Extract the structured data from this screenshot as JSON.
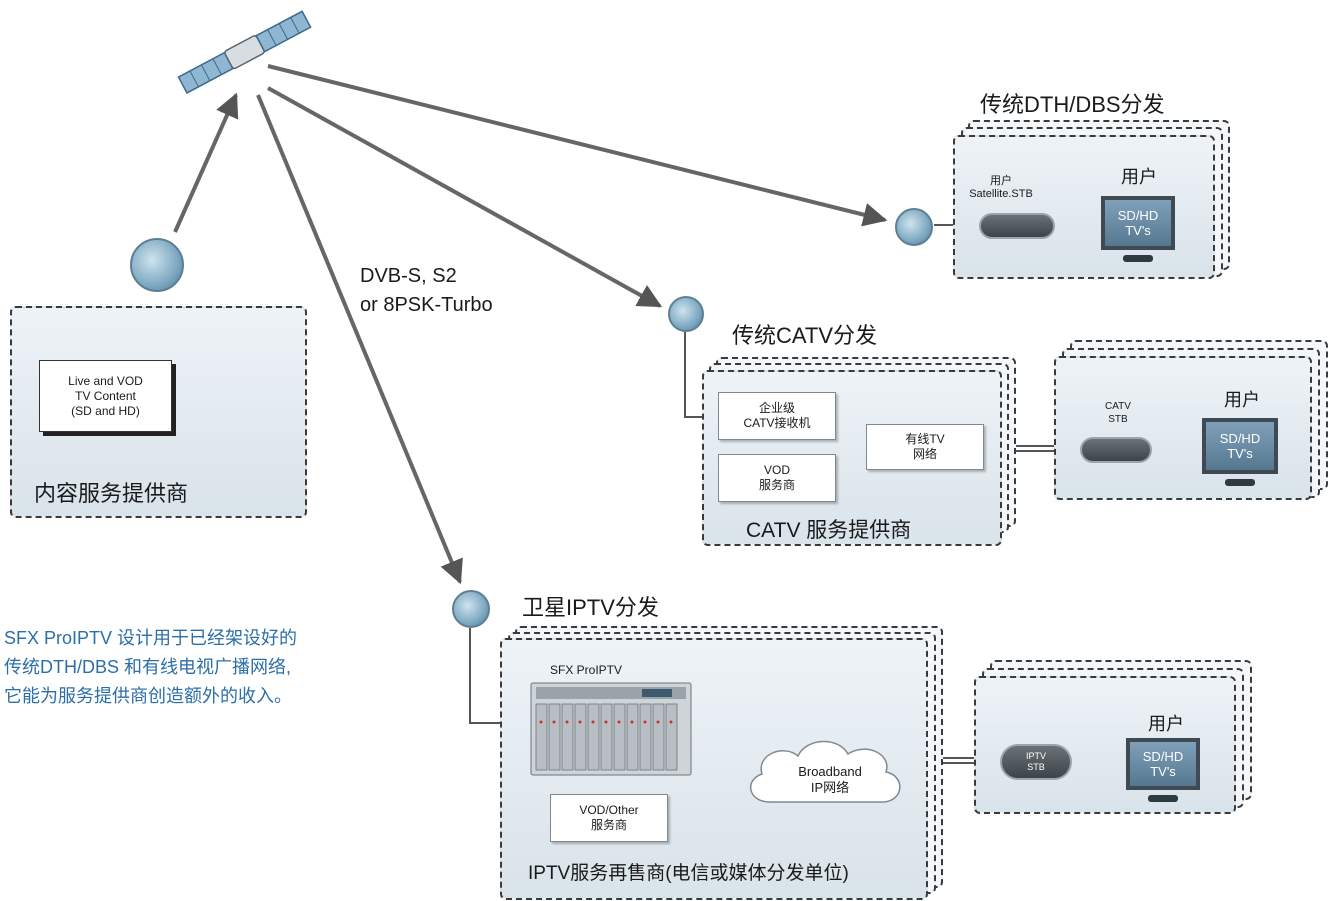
{
  "satellite": {
    "icon": "satellite-icon"
  },
  "modulation": {
    "line1": "DVB-S, S2",
    "line2": "or 8PSK-Turbo"
  },
  "content_provider": {
    "title": "内容服务提供商",
    "box": {
      "line1": "Live and VOD",
      "line2": "TV Content",
      "line3": "(SD and HD)"
    }
  },
  "dth": {
    "title": "传统DTH/DBS分发",
    "stb_label_line1": "用户",
    "stb_label_line2": "Satellite.STB",
    "user_label": "用户",
    "tv": {
      "line1": "SD/HD",
      "line2": "TV's"
    }
  },
  "catv": {
    "title": "传统CATV分发",
    "receiver": {
      "line1": "企业级",
      "line2": "CATV接收机"
    },
    "vod": {
      "line1": "VOD",
      "line2": "服务商"
    },
    "network": {
      "line1": "有线TV",
      "line2": "网络"
    },
    "provider_title": "CATV 服务提供商",
    "stb": {
      "line1": "CATV",
      "line2": "STB"
    },
    "user_label": "用户",
    "tv": {
      "line1": "SD/HD",
      "line2": "TV's"
    }
  },
  "iptv": {
    "title": "卫星IPTV分发",
    "device_label": "SFX ProIPTV",
    "vod": {
      "line1": "VOD/Other",
      "line2": "服务商"
    },
    "cloud": {
      "line1": "Broadband",
      "line2": "IP网络"
    },
    "reseller_title": "IPTV服务再售商(电信或媒体分发单位)",
    "stb": {
      "line1": "IPTV",
      "line2": "STB"
    },
    "user_label": "用户",
    "tv": {
      "line1": "SD/HD",
      "line2": "TV's"
    }
  },
  "description": {
    "line1": "SFX ProIPTV 设计用于已经架设好的",
    "line2": "传统DTH/DBS 和有线电视广播网络,",
    "line3": "它能为服务提供商创造额外的收入。"
  },
  "colors": {
    "description_text": "#2c6fa8",
    "arrow": "#555555",
    "dashed_border": "#3a3a3a"
  }
}
